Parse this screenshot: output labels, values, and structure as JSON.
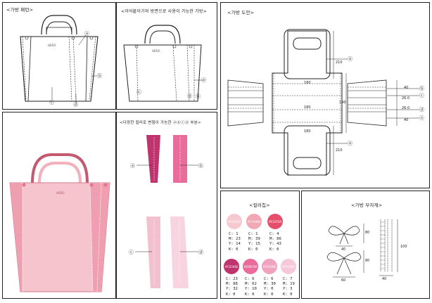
{
  "panels": {
    "bag_design": {
      "title": "<가방 패턴>"
    },
    "bag_variant": {
      "title": "<이어붙이기와 방면으로 사용이 가능한 가방>"
    },
    "bag_pattern": {
      "title": "<가방 도안>"
    },
    "bag_parts": {
      "title": "<다양한 컬러로 변형이 가능한 ⓐⓑⓒⓓ 부분>"
    },
    "colors": {
      "title": "<컬러칩>"
    },
    "accessories": {
      "title": "<가방 부자재>"
    }
  },
  "brand_text": "HERO",
  "markers": {
    "a": "ⓐ",
    "b": "ⓑ",
    "c": "ⓒ",
    "d": "ⓓ",
    "e": "ⓔ"
  },
  "pattern_dims": {
    "top": "210",
    "w1": "180",
    "h_mid": "190",
    "w2": "180",
    "w3": "180",
    "bottom": "210",
    "r1": "40",
    "r2": "26.0",
    "r3": "26.0",
    "r4": "40"
  },
  "accessory_dims": {
    "bow_h1": "80",
    "bow_w1": "40",
    "bow_h2": "80",
    "bow_w2": "60",
    "lace_h": "100",
    "lace_w": "40"
  },
  "swatches": [
    {
      "hex": "#F6C8CF",
      "code": "#F6C8CF",
      "cmyk": "C: 1\nM: 23\nY: 14\nK: 0"
    },
    {
      "hex": "#F1A8B4",
      "code": "#F1A8B4",
      "cmyk": "C: 1\nM: 39\nY: 15\nK: 0"
    },
    {
      "hex": "#E54F6A",
      "code": "#E54F6A",
      "cmyk": "C: 4\nM: 86\nY: 43\nK: 0"
    },
    {
      "hex": "#C0346E",
      "code": "#C0346E",
      "cmyk": "C: 23\nM: 88\nY: 32\nK: 0"
    },
    {
      "hex": "#E96C9A",
      "code": "#E96C9A",
      "cmyk": "C: 6\nM: 62\nY: 10\nK: 0"
    },
    {
      "hex": "#F0A3BE",
      "code": "#F0A3BE",
      "cmyk": "C: 6\nM: 30\nY: 0\nK: 0"
    },
    {
      "hex": "#F5C9DA",
      "code": "#F5C9DA",
      "cmyk": "C: 7\nM: 19\nY: 3\nK: 0"
    }
  ]
}
